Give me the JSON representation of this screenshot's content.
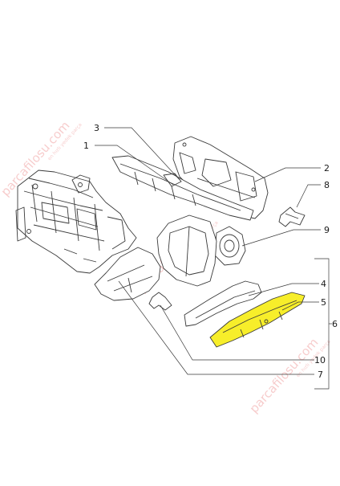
{
  "watermark": {
    "main": "parcafilosu.com",
    "tagline": "en hızlı yedek parça",
    "color": "#f1a4a4"
  },
  "callouts": [
    {
      "id": "1",
      "label": "1"
    },
    {
      "id": "2",
      "label": "2"
    },
    {
      "id": "3",
      "label": "3"
    },
    {
      "id": "4",
      "label": "4"
    },
    {
      "id": "5",
      "label": "5"
    },
    {
      "id": "6",
      "label": "6"
    },
    {
      "id": "7",
      "label": "7"
    },
    {
      "id": "8",
      "label": "8"
    },
    {
      "id": "9",
      "label": "9"
    },
    {
      "id": "10",
      "label": "10"
    }
  ],
  "highlight": {
    "part": "5",
    "color": "#f7ee2a"
  }
}
